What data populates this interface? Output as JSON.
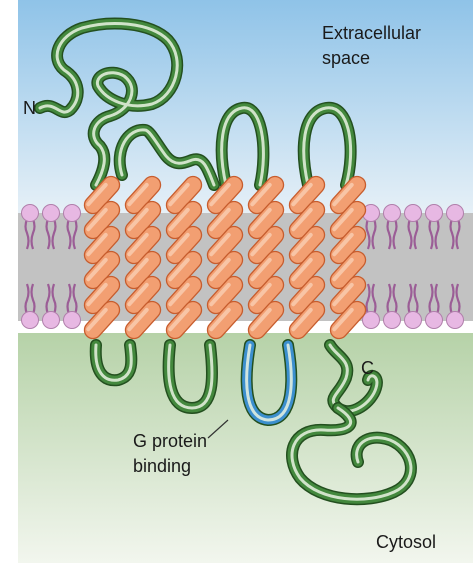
{
  "labels": {
    "extracellular_line1": "Extracellular",
    "extracellular_line2": "space",
    "n_terminus": "N",
    "c_terminus": "C",
    "g_protein_line1": "G protein",
    "g_protein_line2": "binding",
    "cytosol": "Cytosol"
  },
  "colors": {
    "extracellular_top": "#8fc3e8",
    "extracellular_bottom": "#e6f0f7",
    "cytosol_top": "#b6d2a8",
    "cytosol_bottom": "#f2f6ee",
    "membrane_core": "#c2c2c2",
    "lipid_head": "#e7b8e3",
    "lipid_tail": "#9b5d96",
    "helix_fill": "#f29f72",
    "helix_edge": "#c75d2e",
    "loop_green": "#43883d",
    "loop_blue": "#3c8fce"
  },
  "structure": {
    "transmembrane_helices": 7,
    "helix_segments_per_column": 6
  }
}
